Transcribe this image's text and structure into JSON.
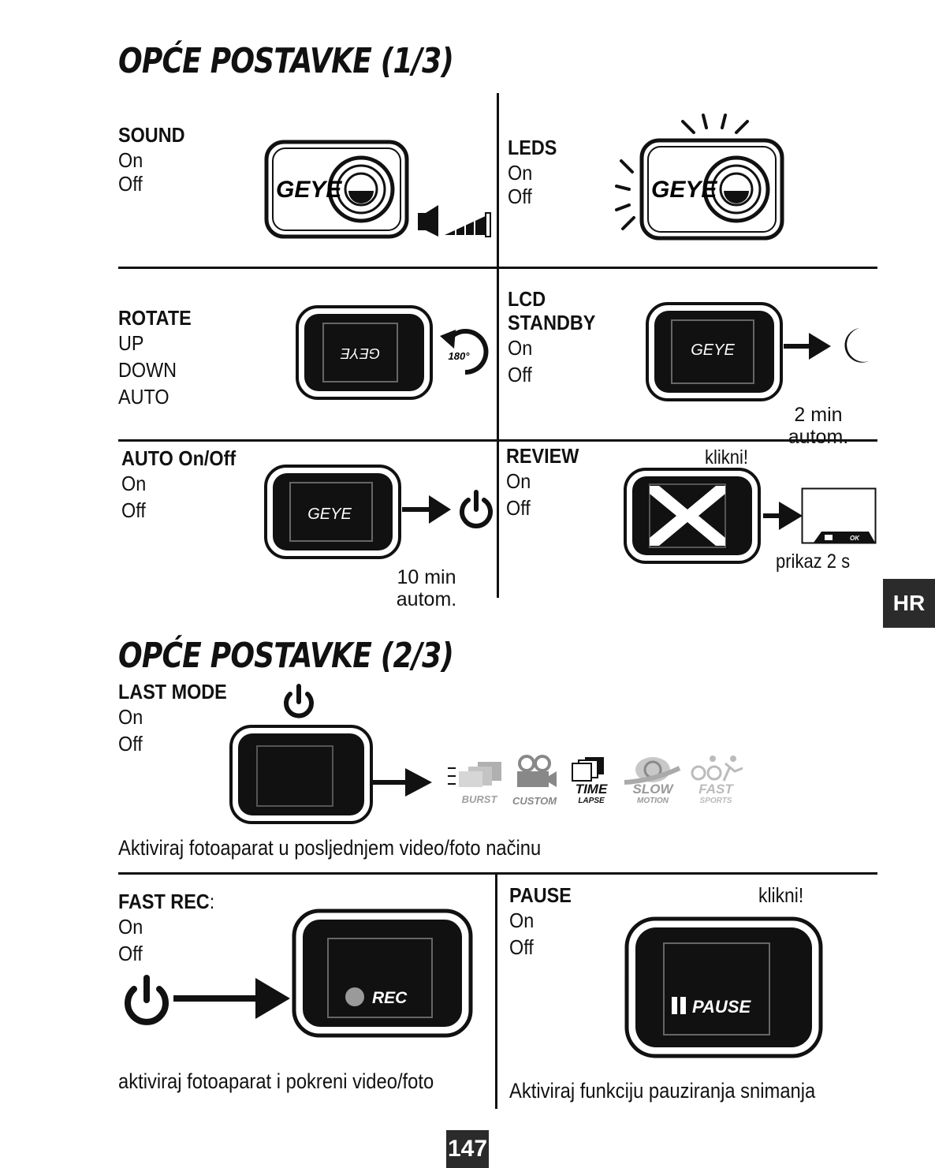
{
  "title1": "OPĆE POSTAVKE (1/3)",
  "title2": "OPĆE POSTAVKE (2/3)",
  "side_tab": "HR",
  "page_number": "147",
  "sound": {
    "label": "SOUND",
    "on": "On",
    "off": "Off",
    "brand": "GEYE"
  },
  "leds": {
    "label": "LEDS",
    "on": "On",
    "off": "Off",
    "brand": "GEYE"
  },
  "rotate": {
    "label": "ROTATE",
    "up": "UP",
    "down": "DOWN",
    "auto": "AUTO",
    "screen": "GEYE",
    "badge": "180°"
  },
  "lcd": {
    "label1": "LCD",
    "label2": "STANDBY",
    "on": "On",
    "off": "Off",
    "screen": "GEYE",
    "note1": "2 min",
    "note2": "autom."
  },
  "auto_off": {
    "label": "AUTO On/Off",
    "on": "On",
    "off": "Off",
    "screen": "GEYE",
    "note1": "10 min",
    "note2": "autom."
  },
  "review": {
    "label": "REVIEW",
    "on": "On",
    "off": "Off",
    "click": "klikni!",
    "caption": "prikaz 2 s",
    "btn_ok": "OK"
  },
  "last_mode": {
    "label": "LAST MODE",
    "on": "On",
    "off": "Off",
    "modes": [
      {
        "line1": "BURST",
        "line2": ""
      },
      {
        "line1": "CUSTOM",
        "line2": ""
      },
      {
        "line1": "TIME",
        "line2": "LAPSE"
      },
      {
        "line1": "SLOW",
        "line2": "MOTION"
      },
      {
        "line1": "FAST",
        "line2": "SPORTS"
      }
    ],
    "caption": "Aktiviraj fotoaparat u posljednjem video/foto načinu"
  },
  "fast_rec": {
    "label": "FAST REC",
    "colon": ":",
    "on": "On",
    "off": "Off",
    "screen": "REC",
    "caption": "aktiviraj fotoaparat i pokreni video/foto"
  },
  "pause": {
    "label": "PAUSE",
    "on": "On",
    "off": "Off",
    "click": "klikni!",
    "screen": "PAUSE",
    "caption": "Aktiviraj funkciju pauziranja snimanja"
  },
  "colors": {
    "ink": "#111111",
    "gray": "#9a9a9a",
    "tab": "#2b2b2b",
    "rec_dot": "#9a9a9a"
  }
}
